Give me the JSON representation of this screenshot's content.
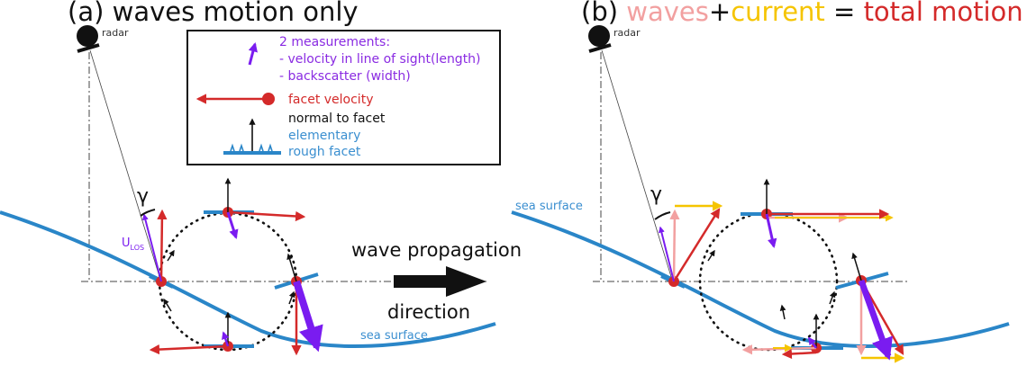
{
  "panel_a": {
    "title": "(a) waves motion only",
    "radar_label": "radar",
    "gamma": "γ",
    "ulos_main": "U",
    "ulos_sub": "LOS",
    "wave_line1": "wave propagation",
    "wave_line2": "direction",
    "sea_surface": "sea surface"
  },
  "legend": {
    "measurements_title": "2 measurements:",
    "measurement_1": "- velocity in line of sight(length)",
    "measurement_2": "- backscatter (width)",
    "facet_velocity": "facet velocity",
    "normal": "normal to facet",
    "rough_1": "elementary",
    "rough_2": "rough facet"
  },
  "panel_b": {
    "title_prefix": "(b) ",
    "waves": "waves",
    "plus": "+",
    "current": "current",
    "equals": " = ",
    "total": "total motion",
    "radar_label": "radar",
    "gamma": "γ",
    "sea_surface": "sea surface"
  },
  "colors": {
    "wave_orbit": "#d42a2a",
    "current": "#f5c400",
    "waves_pink": "#f2a0a0",
    "total": "#d42a2a",
    "los_purple": "#7a1cf0",
    "sea_blue": "#2a86c8",
    "text_purple": "#8a2be2",
    "text_blue": "#3b8fd0"
  }
}
